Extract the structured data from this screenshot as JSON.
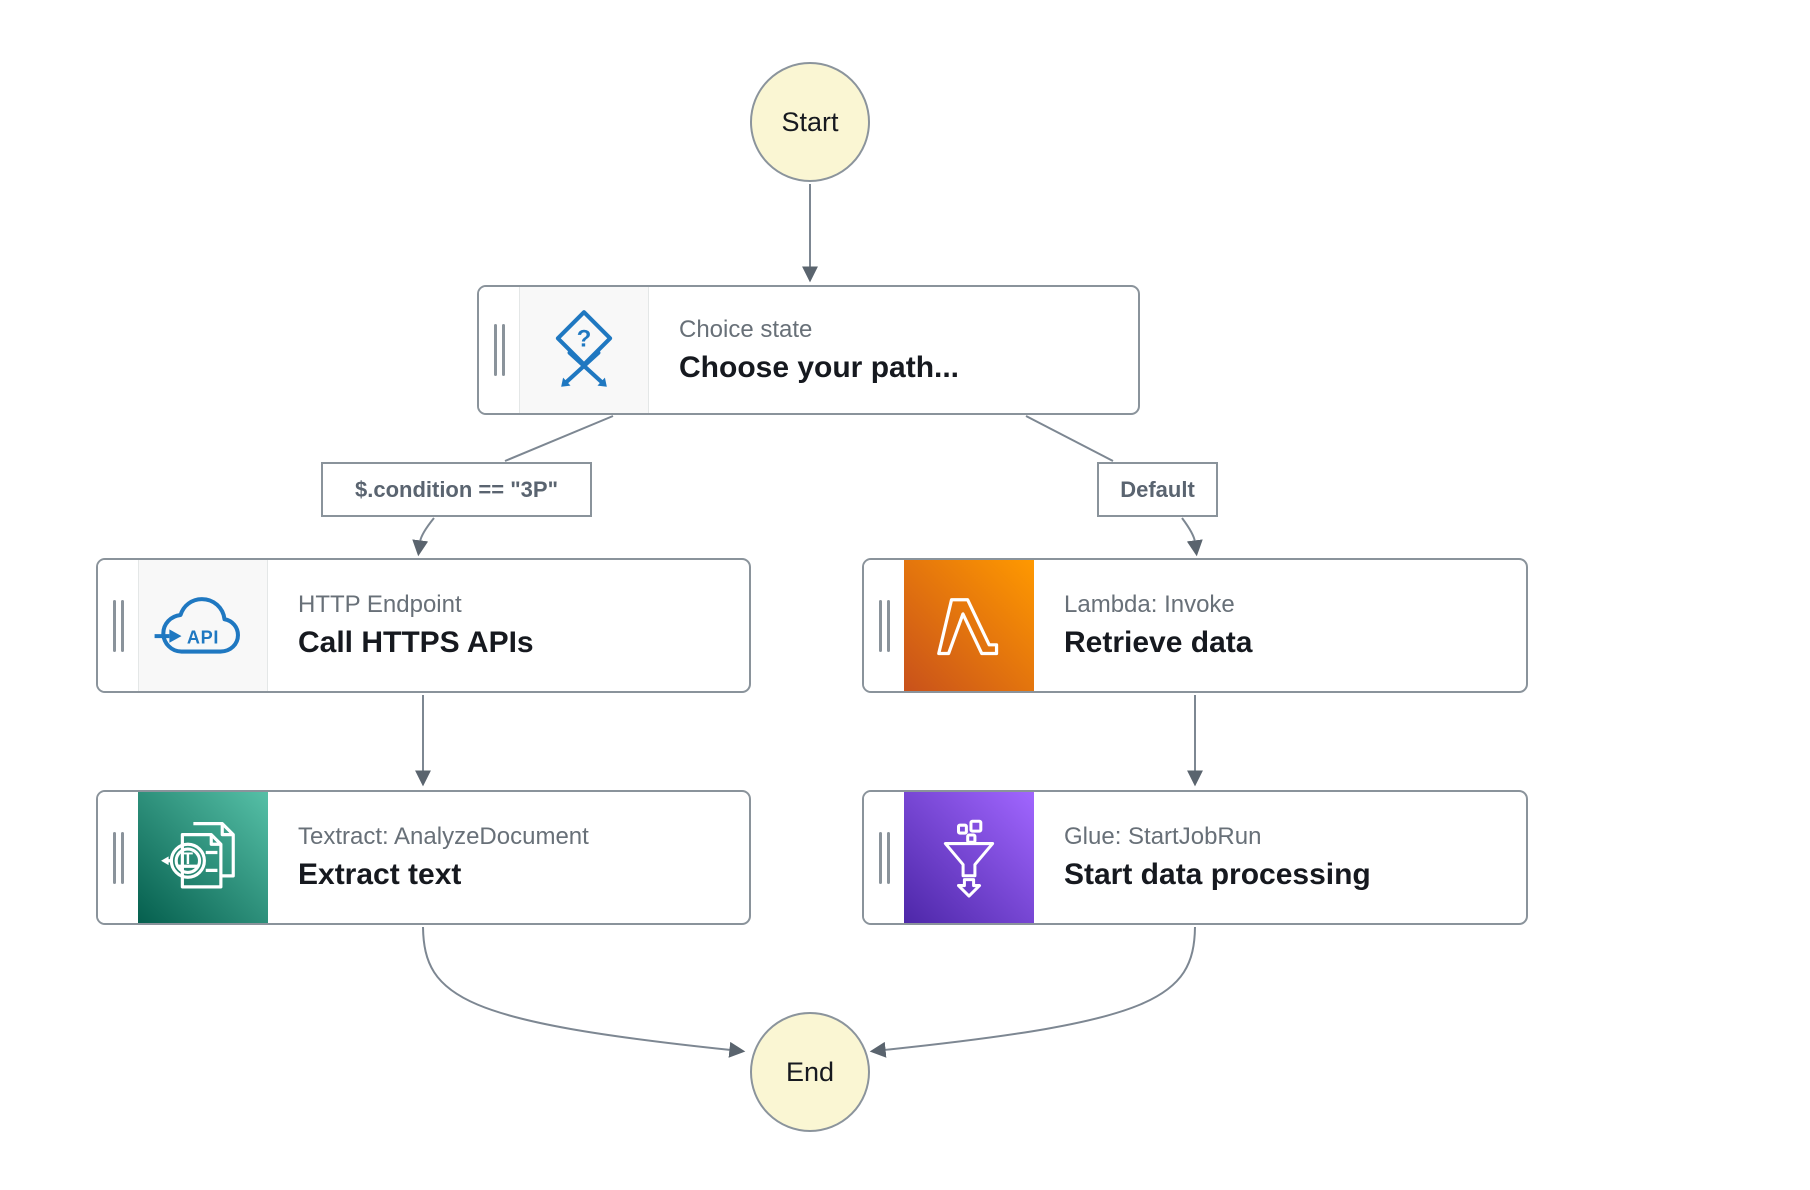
{
  "terminals": {
    "start": "Start",
    "end": "End"
  },
  "nodes": {
    "choice": {
      "type_label": "Choice state",
      "title": "Choose your path..."
    },
    "http": {
      "type_label": "HTTP Endpoint",
      "title": "Call HTTPS APIs"
    },
    "lambda": {
      "type_label": "Lambda: Invoke",
      "title": "Retrieve data"
    },
    "textract": {
      "type_label": "Textract: AnalyzeDocument",
      "title": "Extract text"
    },
    "glue": {
      "type_label": "Glue: StartJobRun",
      "title": "Start data processing"
    }
  },
  "edge_labels": {
    "condition": "$.condition == \"3P\"",
    "default": "Default"
  },
  "icons": {
    "choice": "choice-branch-icon",
    "http": "api-cloud-icon",
    "lambda": "lambda-icon",
    "textract": "textract-document-search-icon",
    "glue": "glue-funnel-icon",
    "api_text": "API",
    "question_mark": "?",
    "magnifier_letter": "T"
  },
  "colors": {
    "terminal_fill": "#FAF6D3",
    "terminal_border": "#8B949C",
    "node_border": "#8A939B",
    "edge": "#7D8792",
    "arrowhead": "#5A646E",
    "type_label_text": "#687078",
    "title_text": "#16191F",
    "edge_label_text": "#5A6470",
    "aws_blue": "#1F78C1",
    "lambda_gradient": [
      "#C8511B",
      "#FF9900"
    ],
    "textract_gradient": [
      "#055F4E",
      "#56C0A7"
    ],
    "glue_gradient": [
      "#4D27A8",
      "#A166FF"
    ]
  }
}
